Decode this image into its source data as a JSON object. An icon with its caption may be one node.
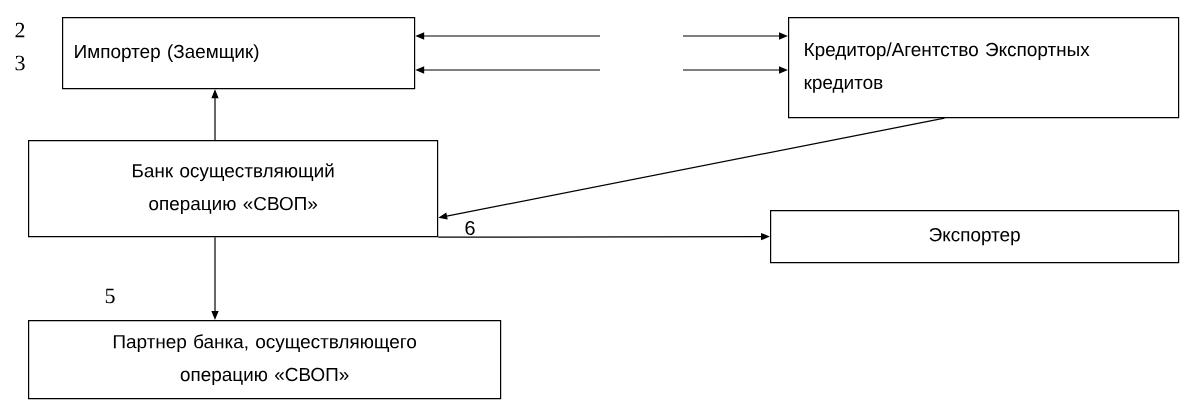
{
  "diagram": {
    "nodes": [
      {
        "text": [
          "Импортер (Заемщик)"
        ]
      },
      {
        "text": [
          "Кредитор/Агентство Экспортных кредитов"
        ]
      },
      {
        "text": [
          "Банк осуществляющий операцию «СВОП»"
        ]
      },
      {
        "text": [
          "Экспортер"
        ]
      },
      {
        "text": [
          "Партнер банка, осуществляющего операцию «СВОП»"
        ]
      }
    ],
    "edges": [
      {
        "from": null,
        "to": 0,
        "arrow": "to"
      },
      {
        "from": null,
        "to": 1,
        "arrow": "to"
      },
      {
        "from": null,
        "to": 0,
        "arrow": "to"
      },
      {
        "from": null,
        "to": 1,
        "arrow": "to"
      },
      {
        "from": 2,
        "to": 0,
        "arrow": "to"
      },
      {
        "from": 1,
        "to": 2,
        "arrow": "to"
      },
      {
        "from": 2,
        "to": 3,
        "arrow": "to"
      },
      {
        "from": 2,
        "to": 4,
        "arrow": "to"
      }
    ],
    "labels": [
      "2",
      "3",
      "6",
      "5"
    ]
  }
}
